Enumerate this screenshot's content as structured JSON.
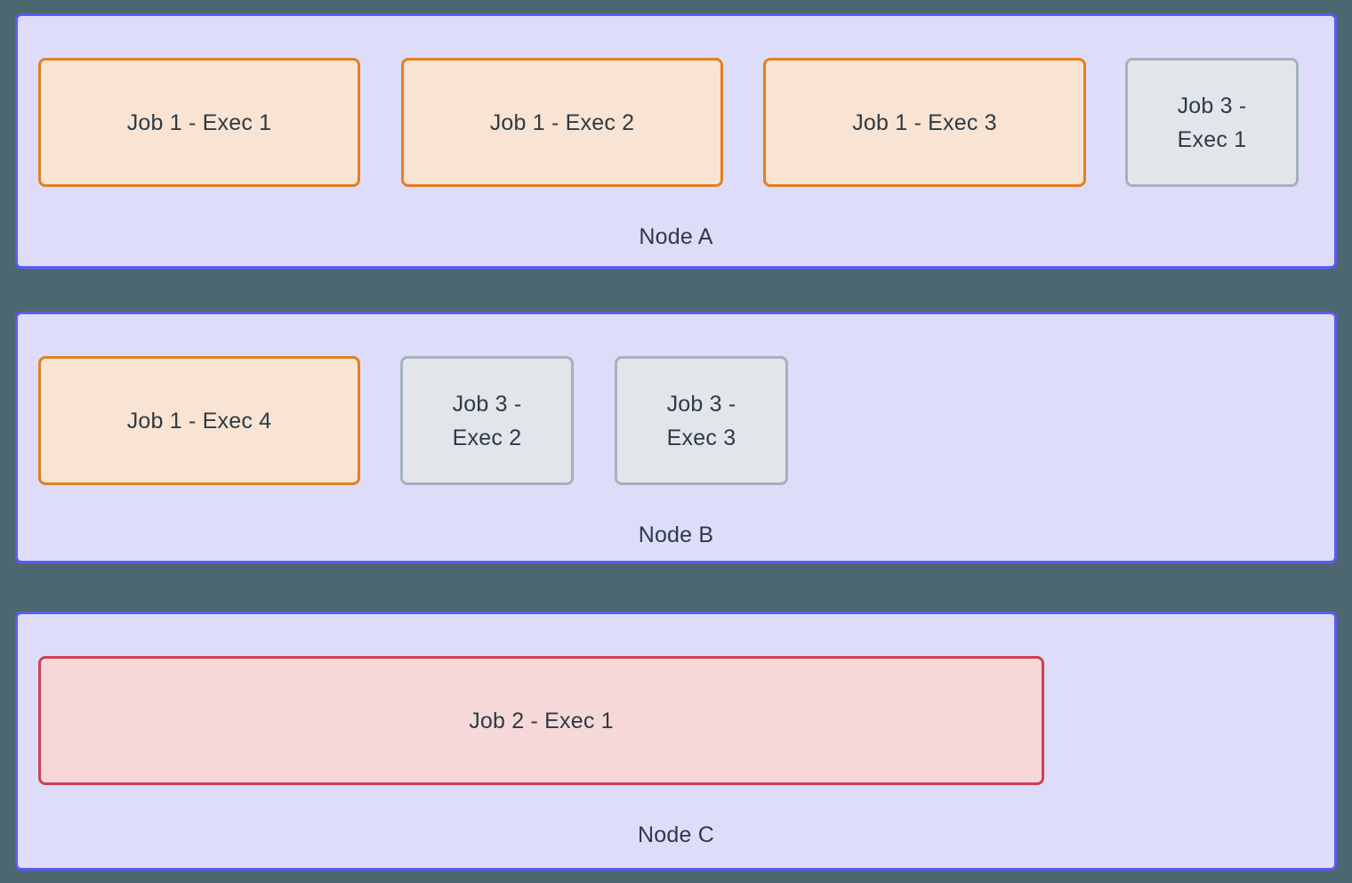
{
  "page": {
    "background_color": "#4d6770",
    "title": "Job executor placement across nodes"
  },
  "palette": {
    "node_fill": "#ddddfa",
    "node_border": "#5b5bf5",
    "orange_fill": "#f9e3d2",
    "orange_border": "#e2801f",
    "grey_fill": "#e2e6ea",
    "grey_border": "#a3b3bc",
    "red_fill": "#f7d8d8",
    "red_border": "#cf4055",
    "text_color": "#2d3b45"
  },
  "nodes": [
    {
      "id": "node-a",
      "label": "Node A",
      "tasks": [
        {
          "id": "job1-exec1",
          "label": "Job 1 - Exec 1",
          "style": "orange"
        },
        {
          "id": "job1-exec2",
          "label": "Job 1 - Exec 2",
          "style": "orange"
        },
        {
          "id": "job1-exec3",
          "label": "Job 1 - Exec 3",
          "style": "orange"
        },
        {
          "id": "job3-exec1",
          "label": "Job  3 -\nExec 1",
          "style": "grey"
        }
      ]
    },
    {
      "id": "node-b",
      "label": "Node B",
      "tasks": [
        {
          "id": "job1-exec4",
          "label": "Job 1 - Exec 4",
          "style": "orange"
        },
        {
          "id": "job3-exec2",
          "label": "Job 3 -\nExec 2",
          "style": "grey"
        },
        {
          "id": "job3-exec3",
          "label": "Job  3 -\nExec 3",
          "style": "grey"
        }
      ]
    },
    {
      "id": "node-c",
      "label": "Node C",
      "tasks": [
        {
          "id": "job2-exec1",
          "label": "Job 2 - Exec 1",
          "style": "red"
        }
      ]
    }
  ]
}
